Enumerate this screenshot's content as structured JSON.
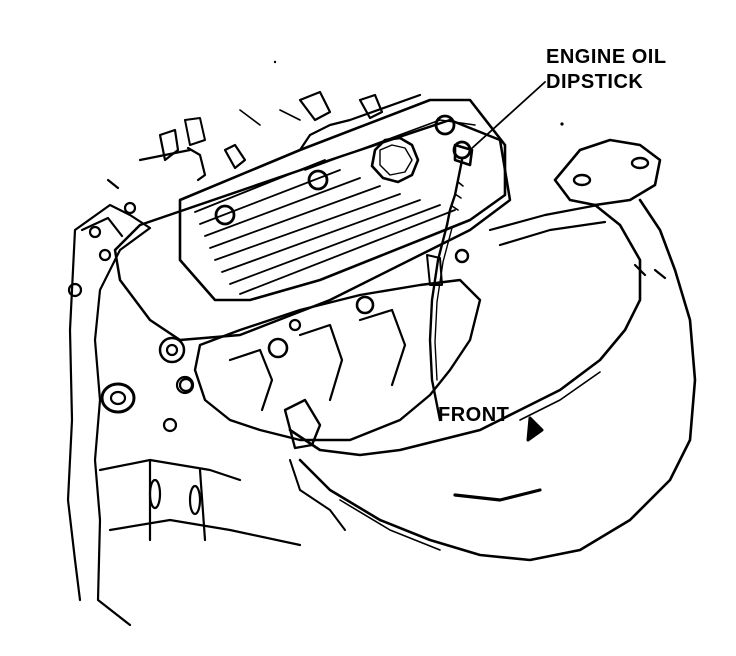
{
  "labels": {
    "dipstick_line1": "ENGINE OIL",
    "dipstick_line2": "DIPSTICK",
    "front": "FRONT"
  },
  "colors": {
    "ink": "#000000",
    "paper": "#ffffff"
  },
  "icons": {
    "front_arrow": "front-direction-arrow-icon"
  }
}
